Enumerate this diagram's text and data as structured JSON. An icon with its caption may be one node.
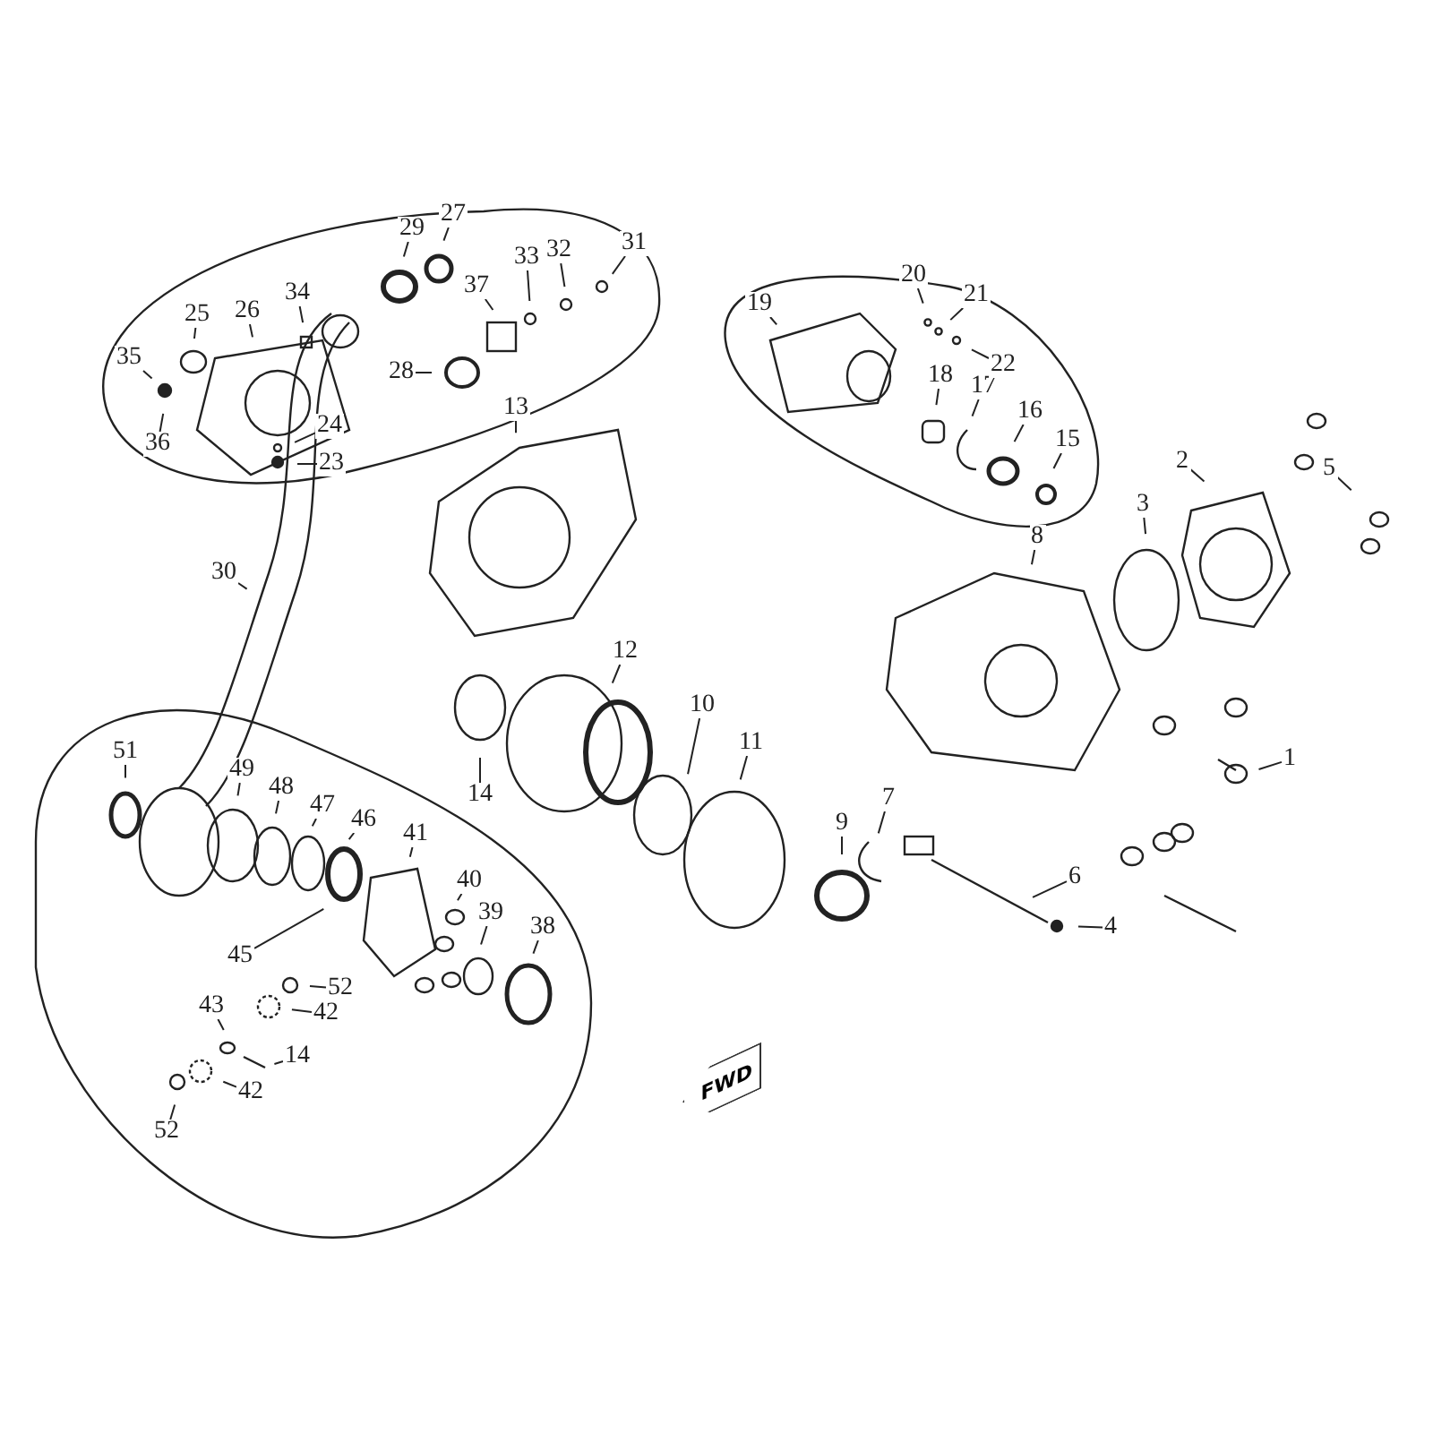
{
  "diagram": {
    "nodes": [
      {
        "text": [
          "1"
        ]
      },
      {
        "text": [
          "2"
        ]
      },
      {
        "text": [
          "3"
        ]
      },
      {
        "text": [
          "4"
        ]
      },
      {
        "text": [
          "5"
        ]
      },
      {
        "text": [
          "6"
        ]
      },
      {
        "text": [
          "7"
        ]
      },
      {
        "text": [
          "8"
        ]
      },
      {
        "text": [
          "9"
        ]
      },
      {
        "text": [
          "10"
        ]
      },
      {
        "text": [
          "11"
        ]
      },
      {
        "text": [
          "12"
        ]
      },
      {
        "text": [
          "13"
        ]
      },
      {
        "text": [
          "14"
        ]
      },
      {
        "text": [
          "15"
        ]
      },
      {
        "text": [
          "16"
        ]
      },
      {
        "text": [
          "17"
        ]
      },
      {
        "text": [
          "18"
        ]
      },
      {
        "text": [
          "19"
        ]
      },
      {
        "text": [
          "20"
        ]
      },
      {
        "text": [
          "21"
        ]
      },
      {
        "text": [
          "22"
        ]
      },
      {
        "text": [
          "23"
        ]
      },
      {
        "text": [
          "24"
        ]
      },
      {
        "text": [
          "25"
        ]
      },
      {
        "text": [
          "26"
        ]
      },
      {
        "text": [
          "27"
        ]
      },
      {
        "text": [
          "28"
        ]
      },
      {
        "text": [
          "29"
        ]
      },
      {
        "text": [
          "30"
        ]
      },
      {
        "text": [
          "31"
        ]
      },
      {
        "text": [
          "32"
        ]
      },
      {
        "text": [
          "33"
        ]
      },
      {
        "text": [
          "34"
        ]
      },
      {
        "text": [
          "35"
        ]
      },
      {
        "text": [
          "36"
        ]
      },
      {
        "text": [
          "37"
        ]
      },
      {
        "text": [
          "51"
        ]
      },
      {
        "text": [
          "49"
        ]
      },
      {
        "text": [
          "48"
        ]
      },
      {
        "text": [
          "47"
        ]
      },
      {
        "text": [
          "46"
        ]
      },
      {
        "text": [
          "41"
        ]
      },
      {
        "text": [
          "40"
        ]
      },
      {
        "text": [
          "39"
        ]
      },
      {
        "text": [
          "38"
        ]
      },
      {
        "text": [
          "45"
        ]
      },
      {
        "text": [
          "52"
        ]
      },
      {
        "text": [
          "42"
        ]
      },
      {
        "text": [
          "43"
        ]
      },
      {
        "text": [
          "14"
        ]
      },
      {
        "text": [
          "42"
        ]
      },
      {
        "text": [
          "52"
        ]
      }
    ],
    "edges": [
      {
        "from": 0,
        "to": null,
        "arrow": "none"
      },
      {
        "from": 1,
        "to": null,
        "arrow": "none"
      },
      {
        "from": 2,
        "to": null,
        "arrow": "none"
      },
      {
        "from": 3,
        "to": null,
        "arrow": "none"
      },
      {
        "from": 4,
        "to": null,
        "arrow": "none"
      },
      {
        "from": 5,
        "to": null,
        "arrow": "none"
      },
      {
        "from": 6,
        "to": null,
        "arrow": "none"
      },
      {
        "from": 7,
        "to": null,
        "arrow": "none"
      },
      {
        "from": 8,
        "to": null,
        "arrow": "none"
      },
      {
        "from": 9,
        "to": null,
        "arrow": "none"
      },
      {
        "from": 10,
        "to": null,
        "arrow": "none"
      },
      {
        "from": 11,
        "to": null,
        "arrow": "none"
      },
      {
        "from": 12,
        "to": null,
        "arrow": "none"
      },
      {
        "from": 13,
        "to": null,
        "arrow": "none"
      },
      {
        "from": 14,
        "to": null,
        "arrow": "none"
      },
      {
        "from": 15,
        "to": null,
        "arrow": "none"
      },
      {
        "from": 16,
        "to": null,
        "arrow": "none"
      },
      {
        "from": 17,
        "to": null,
        "arrow": "none"
      },
      {
        "from": 18,
        "to": null,
        "arrow": "none"
      },
      {
        "from": 19,
        "to": null,
        "arrow": "none"
      },
      {
        "from": 20,
        "to": null,
        "arrow": "none"
      },
      {
        "from": 21,
        "to": null,
        "arrow": "none"
      },
      {
        "from": 22,
        "to": null,
        "arrow": "none"
      },
      {
        "from": 23,
        "to": null,
        "arrow": "none"
      },
      {
        "from": 24,
        "to": null,
        "arrow": "none"
      },
      {
        "from": 25,
        "to": null,
        "arrow": "none"
      },
      {
        "from": 26,
        "to": null,
        "arrow": "none"
      },
      {
        "from": 27,
        "to": null,
        "arrow": "none"
      },
      {
        "from": 28,
        "to": null,
        "arrow": "none"
      },
      {
        "from": 29,
        "to": null,
        "arrow": "none"
      },
      {
        "from": 30,
        "to": null,
        "arrow": "none"
      },
      {
        "from": 31,
        "to": null,
        "arrow": "none"
      },
      {
        "from": 32,
        "to": null,
        "arrow": "none"
      },
      {
        "from": 33,
        "to": null,
        "arrow": "none"
      },
      {
        "from": 34,
        "to": null,
        "arrow": "none"
      },
      {
        "from": 35,
        "to": null,
        "arrow": "none"
      },
      {
        "from": 36,
        "to": null,
        "arrow": "none"
      },
      {
        "from": 37,
        "to": null,
        "arrow": "none"
      },
      {
        "from": 38,
        "to": null,
        "arrow": "none"
      },
      {
        "from": 39,
        "to": null,
        "arrow": "none"
      },
      {
        "from": 40,
        "to": null,
        "arrow": "none"
      },
      {
        "from": 41,
        "to": null,
        "arrow": "none"
      },
      {
        "from": 42,
        "to": null,
        "arrow": "none"
      },
      {
        "from": 43,
        "to": null,
        "arrow": "none"
      },
      {
        "from": 44,
        "to": null,
        "arrow": "none"
      },
      {
        "from": 45,
        "to": null,
        "arrow": "none"
      },
      {
        "from": 46,
        "to": null,
        "arrow": "none"
      },
      {
        "from": 47,
        "to": null,
        "arrow": "none"
      },
      {
        "from": 48,
        "to": null,
        "arrow": "none"
      },
      {
        "from": 49,
        "to": null,
        "arrow": "none"
      },
      {
        "from": 50,
        "to": null,
        "arrow": "none"
      },
      {
        "from": 51,
        "to": null,
        "arrow": "none"
      },
      {
        "from": 52,
        "to": null,
        "arrow": "none"
      }
    ],
    "labels": [
      "FWD"
    ]
  }
}
